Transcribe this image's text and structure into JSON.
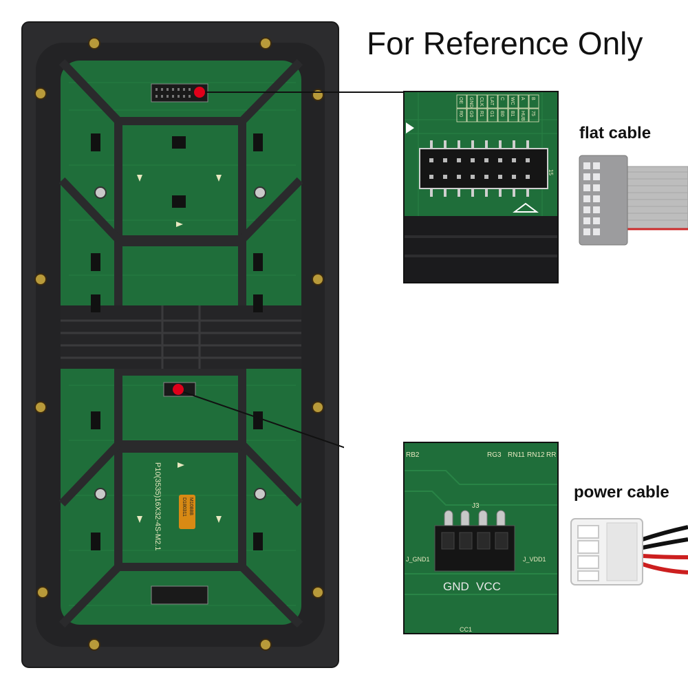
{
  "header": {
    "title": "For Reference Only"
  },
  "callouts": {
    "flat_cable_label": "flat cable",
    "power_cable_label": "power cable"
  },
  "board": {
    "model_text": "P10(3535)16X32-4S-M2.1",
    "date_sticker": "D180311",
    "sticker_code": "M1088B"
  },
  "inset_top": {
    "pin_labels": [
      "OE",
      "GND",
      "CLK",
      "LAT",
      "C",
      "WC",
      "A",
      "B",
      "R0",
      "G0",
      "R1",
      "G1",
      "B0",
      "B1",
      "HUB",
      "75"
    ],
    "connector_number": "15"
  },
  "inset_bottom": {
    "labels": [
      "RB2",
      "RG3",
      "RN11",
      "RN12",
      "RR",
      "J3",
      "J_GND1",
      "J_VDD1",
      "CC1"
    ],
    "gnd_label": "GND",
    "vcc_label": "VCC"
  },
  "colors": {
    "pcb_green": "#1f6e3a",
    "frame": "#2c2c2e",
    "marker_red": "#e0001a",
    "cable_gray": "#b8b8b8"
  }
}
